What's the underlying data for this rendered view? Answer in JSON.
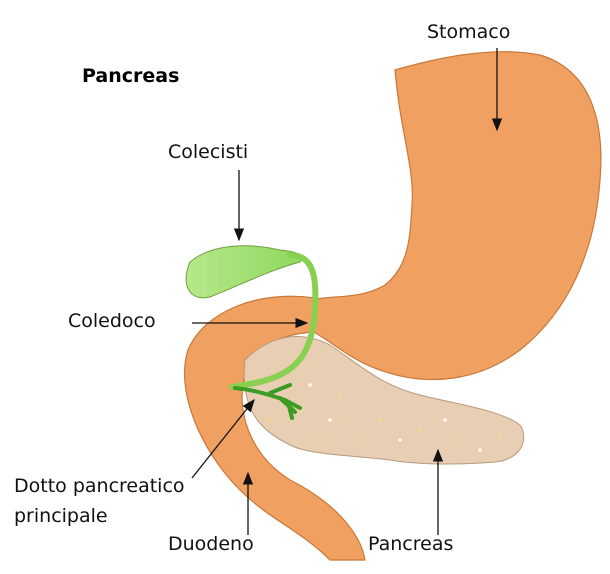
{
  "title": "Pancreas",
  "labels": {
    "stomach": "Stomaco",
    "gallbladder": "Colecisti",
    "bile_duct": "Coledoco",
    "pancreatic_duct_line1": "Dotto pancreatico",
    "pancreatic_duct_line2": "principale",
    "duodenum": "Duodeno",
    "pancreas": "Pancreas"
  },
  "colors": {
    "organ_orange": "#f0a060",
    "pancreas_beige": "#e8cfb4",
    "gallbladder_green": "#a8e070",
    "duct_green": "#4aa82a"
  }
}
